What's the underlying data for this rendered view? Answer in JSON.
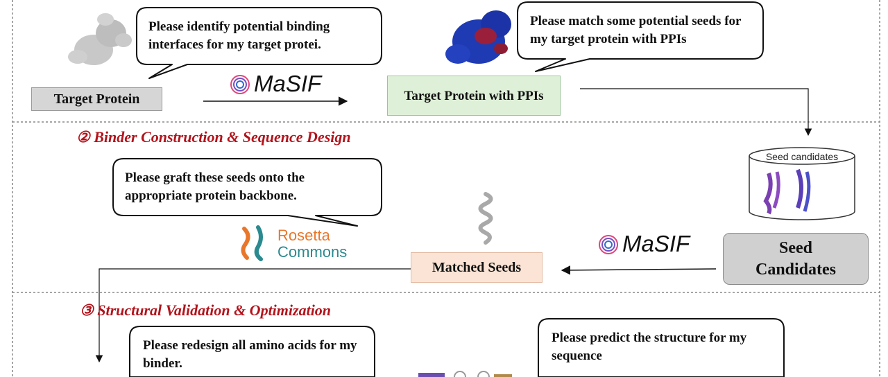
{
  "bubbles": {
    "identify": "Please identify potential binding interfaces for my target protei.",
    "match": "Please match some potential seeds for my target protein with PPIs",
    "graft": "Please graft these seeds onto the appropriate protein backbone.",
    "redesign": "Please redesign all amino acids for my binder.",
    "predict": "Please predict the structure for my sequence"
  },
  "boxes": {
    "target_protein": "Target Protein",
    "target_ppis": "Target Protein with PPIs",
    "matched_seeds": "Matched Seeds",
    "seed_candidates": "Seed Candidates"
  },
  "sections": {
    "binder": "② Binder Construction & Sequence Design",
    "validation": "③ Structural Validation & Optimization"
  },
  "tools": {
    "masif": "MaSIF",
    "rosetta_line1": "Rosetta",
    "rosetta_line2": "Commons"
  },
  "database": {
    "label": "Seed candidates"
  },
  "colors": {
    "section_title": "#b3131b",
    "target_box": "#d6d6d6",
    "ppi_box": "#dff0d8",
    "matched_box": "#fbe4d5",
    "seed_box": "#d0d0d0",
    "rosetta_orange": "#e9772b",
    "rosetta_teal": "#2a8a8f"
  }
}
